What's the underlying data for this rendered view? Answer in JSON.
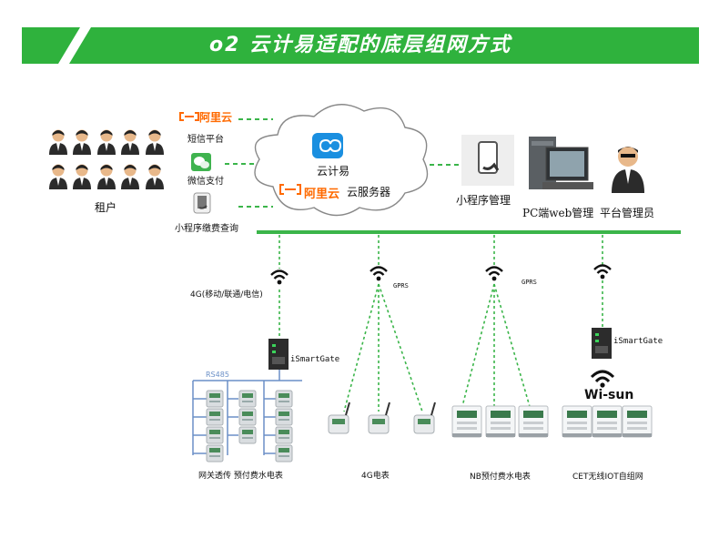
{
  "header": {
    "title": "o2 云计易适配的底层组网方式"
  },
  "colors": {
    "accent": "#2fb23d",
    "aliyun": "#ff6a00",
    "cloud_icon": "#1a8fe0",
    "dashed": "#3bb54a"
  },
  "left": {
    "tenant_label": "租户",
    "services": [
      {
        "brand": "阿里云",
        "label": "短信平台",
        "icon": "aliyun-logo-icon"
      },
      {
        "brand": "",
        "label": "微信支付",
        "icon": "wechat-icon"
      },
      {
        "brand": "",
        "label": "小程序缴费查询",
        "icon": "phone-icon"
      }
    ]
  },
  "cloud": {
    "name": "云计易",
    "brand": "阿里云",
    "server_label": "云服务器"
  },
  "right": {
    "miniprogram": "小程序管理",
    "pc_web": "PC端web管理",
    "admin": "平台管理员"
  },
  "networks": [
    {
      "signal": "4G(移动/联通/电信)",
      "gateway": "iSmartGate",
      "bus": "RS485",
      "caption": "网关透传 预付费水电表"
    },
    {
      "signal": "GPRS",
      "caption": "4G电表"
    },
    {
      "signal": "GPRS",
      "caption": "NB预付费水电表"
    },
    {
      "gateway": "iSmartGate",
      "wireless": "Wi-sun",
      "caption": "CET无线IOT自组网"
    }
  ]
}
